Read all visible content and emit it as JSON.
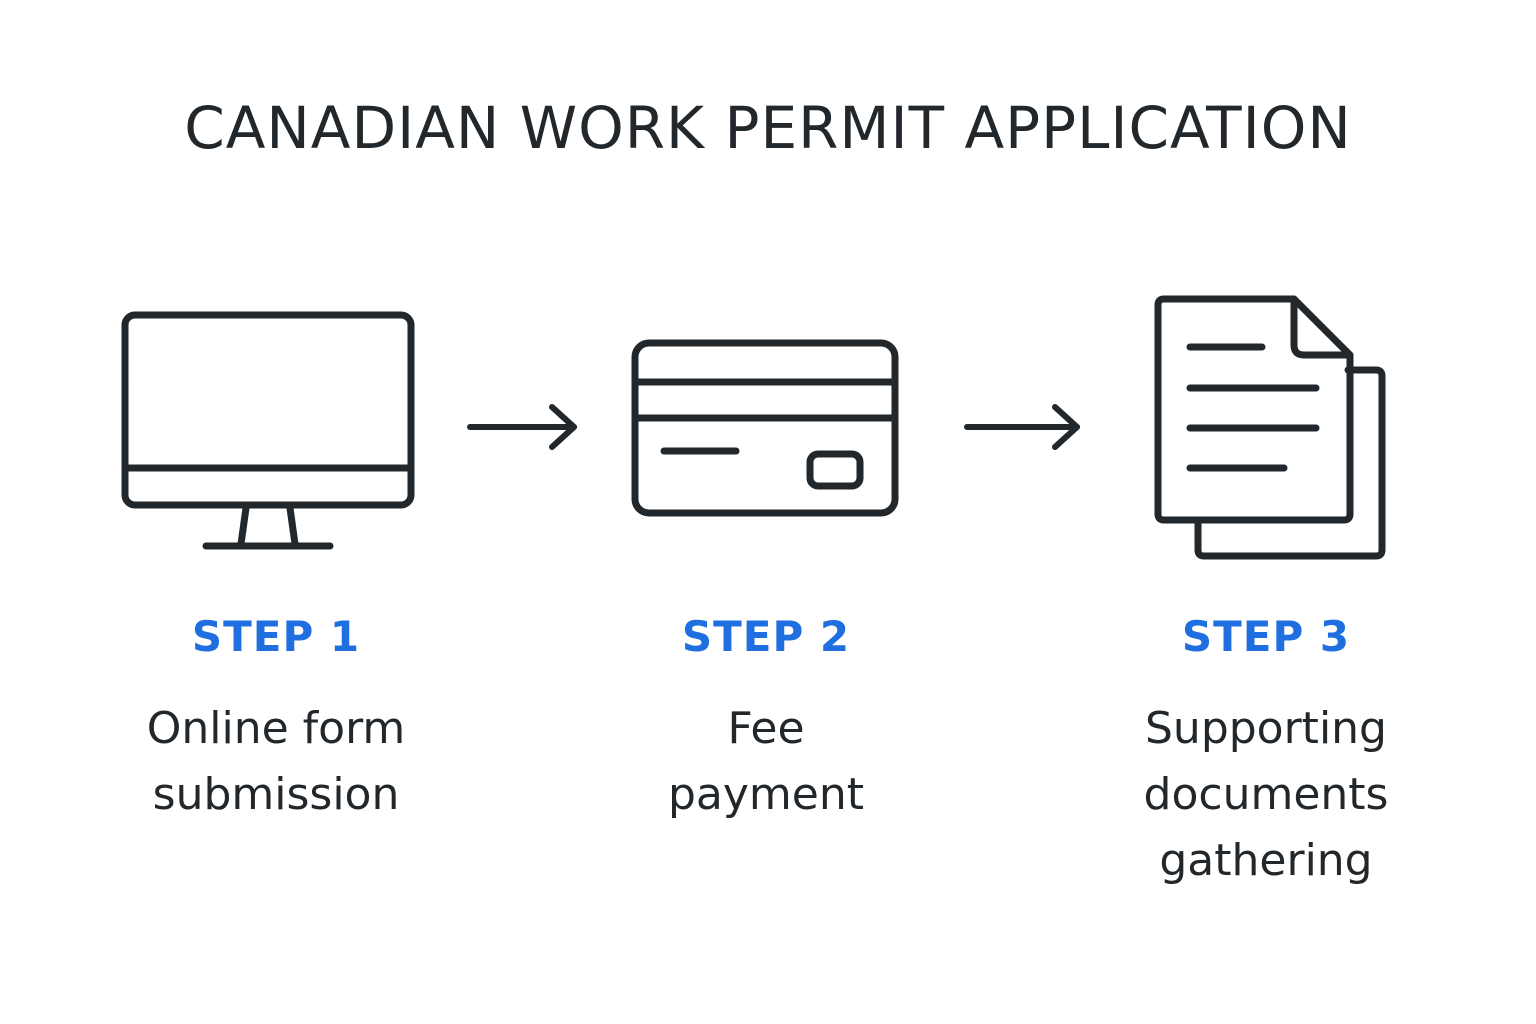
{
  "title": "CANADIAN WORK PERMIT APPLICATION",
  "colors": {
    "ink": "#22272b",
    "accent": "#1f6fe0",
    "background": "#ffffff"
  },
  "steps": [
    {
      "label": "STEP 1",
      "icon": "monitor-icon",
      "lines": [
        "Online form",
        "submission"
      ]
    },
    {
      "label": "STEP 2",
      "icon": "credit-card-icon",
      "lines": [
        "Fee",
        "payment"
      ]
    },
    {
      "label": "STEP 3",
      "icon": "documents-icon",
      "lines": [
        "Supporting",
        "documents",
        "gathering"
      ]
    }
  ],
  "connectors": [
    "arrow-right-icon",
    "arrow-right-icon"
  ]
}
